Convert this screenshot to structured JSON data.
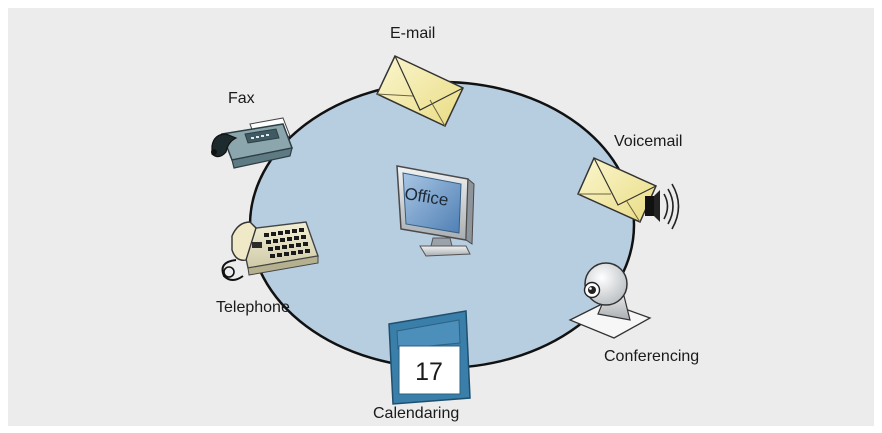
{
  "diagram": {
    "center": {
      "label": "Office"
    },
    "nodes": [
      {
        "id": "email",
        "label": "E-mail",
        "icon": "envelope-icon"
      },
      {
        "id": "voicemail",
        "label": "Voicemail",
        "icon": "voicemail-envelope-speaker-icon"
      },
      {
        "id": "conferencing",
        "label": "Conferencing",
        "icon": "webcam-icon"
      },
      {
        "id": "calendaring",
        "label": "Calendaring",
        "icon": "calendar-icon",
        "value": "17"
      },
      {
        "id": "telephone",
        "label": "Telephone",
        "icon": "desk-phone-icon"
      },
      {
        "id": "fax",
        "label": "Fax",
        "icon": "fax-machine-icon"
      }
    ]
  },
  "colors": {
    "background": "#ececec",
    "ellipse_fill": "#b7cde0",
    "envelope": "#f7efb1",
    "calendar_accent": "#3a7fa9",
    "device_teal": "#6e8f98"
  }
}
